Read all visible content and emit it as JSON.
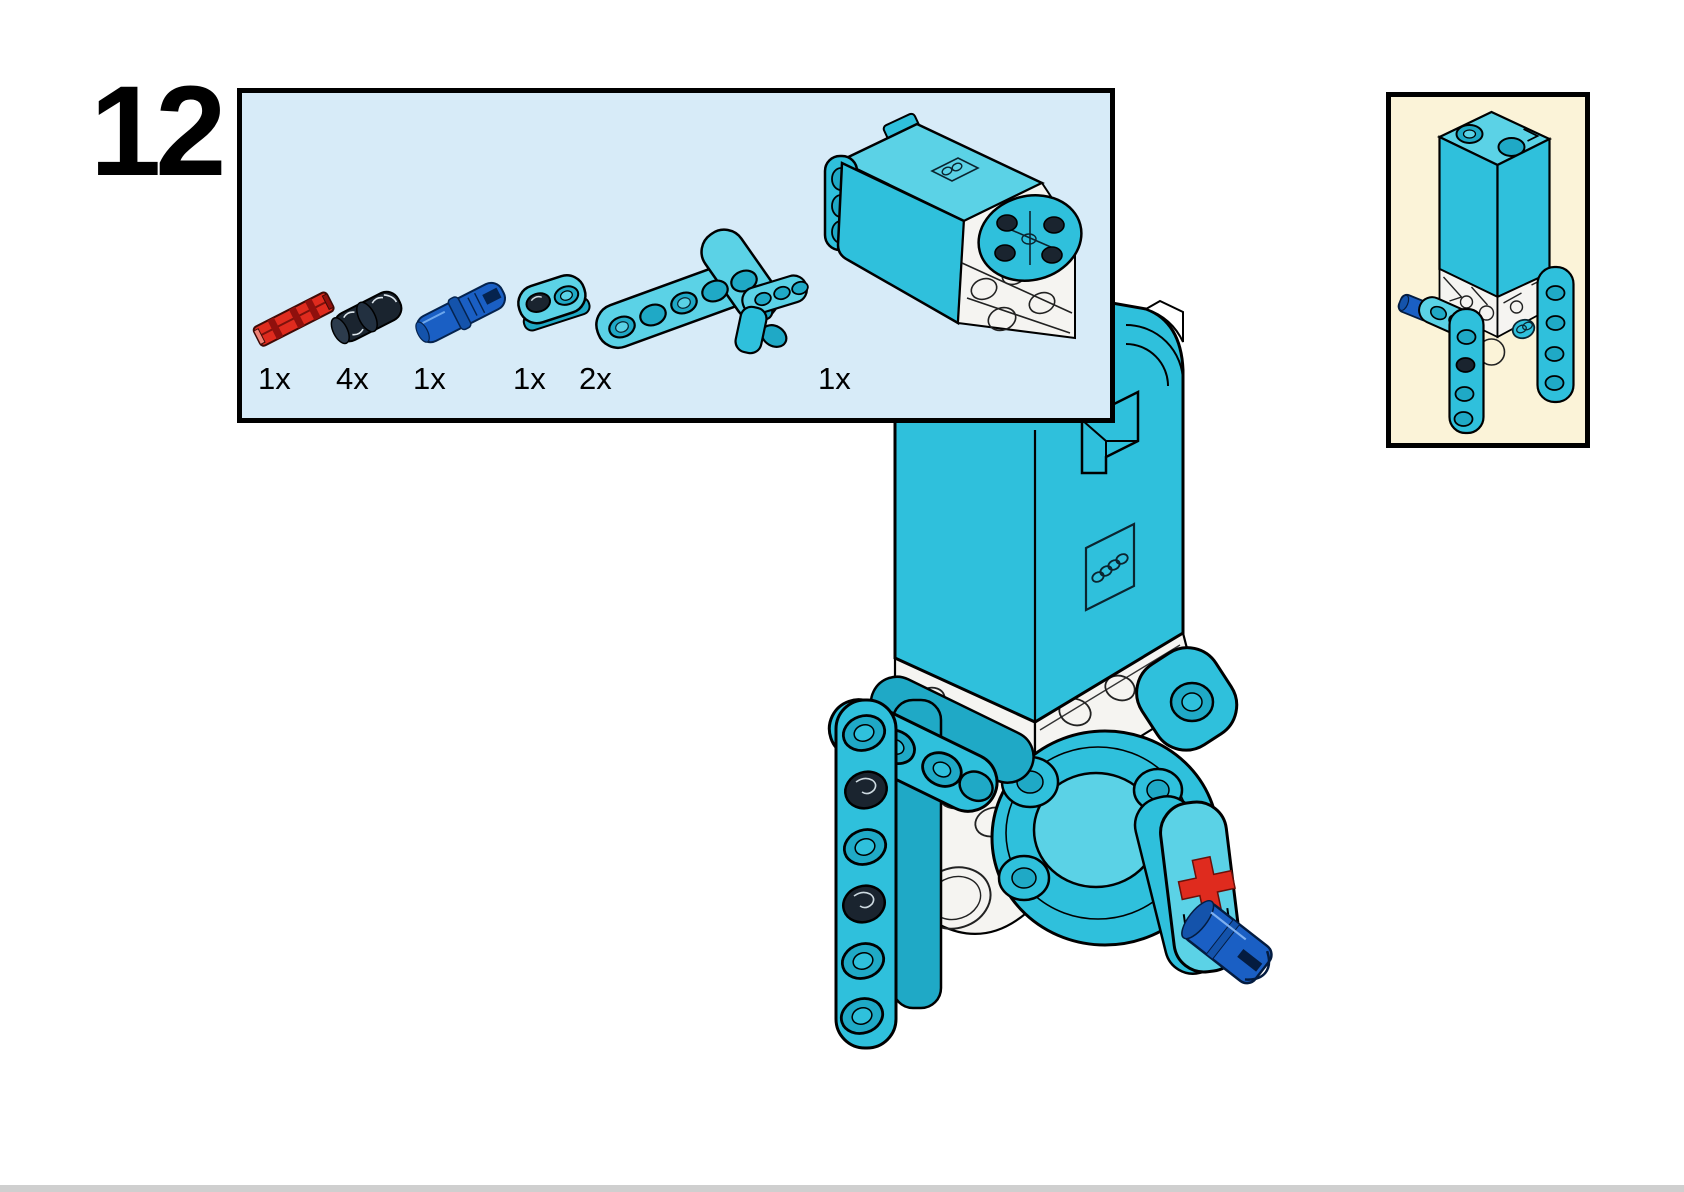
{
  "step": {
    "number": "12"
  },
  "parts_panel": {
    "items": [
      {
        "icon": "axle-2l-notched-red-icon",
        "qty": "1x"
      },
      {
        "icon": "pin-joiner-black-icon",
        "qty": "4x"
      },
      {
        "icon": "pin-3l-blue-icon",
        "qty": "1x"
      },
      {
        "icon": "liftarm-thin-1x2-azure-icon",
        "qty": "1x"
      },
      {
        "icon": "liftarm-l-3x5-azure-icon",
        "qty": "2x"
      },
      {
        "icon": "angular-motor-azure-icon",
        "qty": "1x"
      }
    ]
  },
  "main_illustration": {
    "icon": "motor-assembly-isometric-icon"
  },
  "preview_panel": {
    "icon": "subassembly-preview-icon"
  },
  "colors": {
    "azure": "#2fc0dc",
    "azure_light": "#5bd2e6",
    "azure_dark": "#1fa9c6",
    "ghost": "#f5f4f1",
    "blue": "#1a5fc4",
    "red": "#df2b1e",
    "black_part": "#1a242f",
    "parts_bg": "#d7ebf8",
    "preview_bg": "#fbf3d8",
    "bar": "#cfcfcf"
  }
}
